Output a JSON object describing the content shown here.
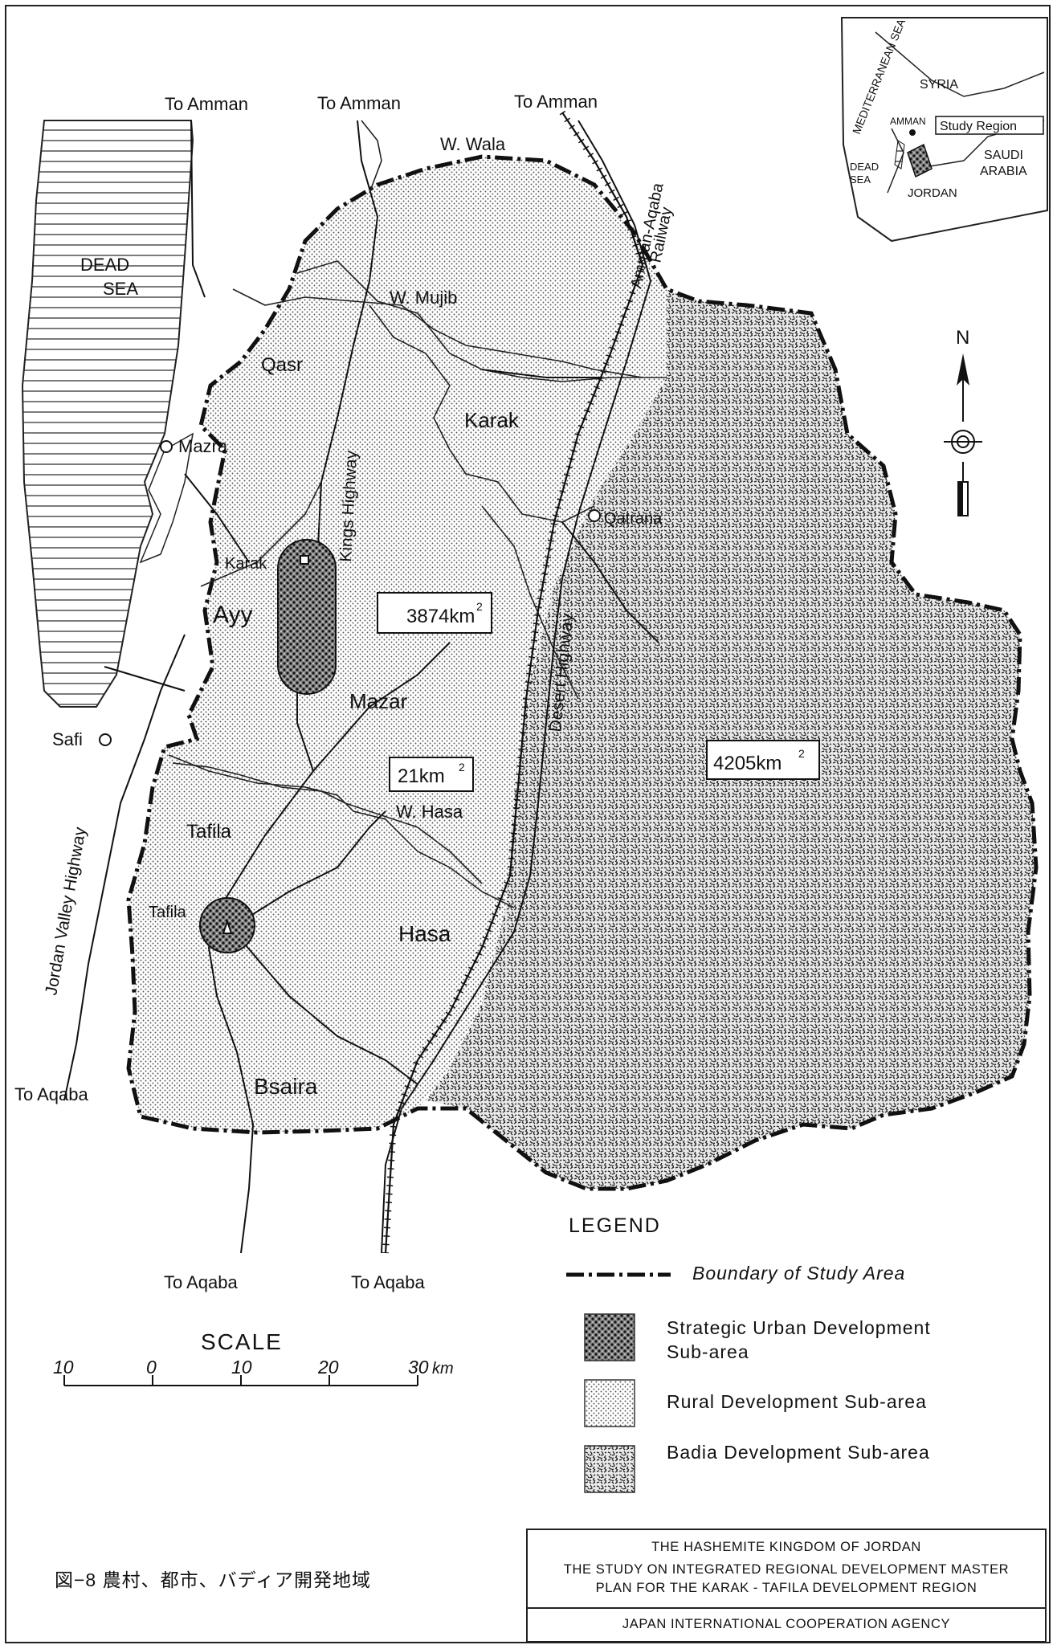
{
  "map": {
    "places": {
      "dead_sea_1": "DEAD",
      "dead_sea_2": "SEA",
      "qasr": "Qasr",
      "mazra": "Mazra",
      "karak_area": "Karak",
      "karak_town": "Karak",
      "ayy": "Ayy",
      "mazar": "Mazar",
      "safi": "Safi",
      "tafila_area": "Tafila",
      "tafila_town": "Tafila",
      "hasa": "Hasa",
      "bsaira": "Bsaira",
      "qatrana": "Qatrana"
    },
    "wadis": {
      "wala": "W. Wala",
      "mujib": "W. Mujib",
      "hasa": "W. Hasa"
    },
    "roads": {
      "to_amman_1": "To Amman",
      "to_amman_2": "To Amman",
      "to_amman_3": "To Amman",
      "to_aqaba_1": "To Aqaba",
      "to_aqaba_2": "To Aqaba",
      "to_aqaba_3": "To Aqaba",
      "kings_highway": "Kings Highway",
      "desert_highway": "Desert Highway",
      "jordan_valley_highway": "Jordan Valley Highway",
      "railway_1": "Amman-Aqaba",
      "railway_2": "Railway"
    },
    "areas": {
      "rural": "3874km",
      "urban": "21km",
      "badia": "4205km",
      "superscript": "2"
    }
  },
  "inset": {
    "mediterranean": "MEDITERRANEAN SEA",
    "syria": "SYRIA",
    "amman": "AMMAN",
    "study_region": "Study Region",
    "saudi_1": "SAUDI",
    "saudi_2": "ARABIA",
    "dead_1": "DEAD",
    "dead_2": "SEA",
    "jordan": "JORDAN"
  },
  "north": "N",
  "scale": {
    "title": "SCALE",
    "ticks": [
      "10",
      "0",
      "10",
      "20",
      "30"
    ],
    "unit": "km"
  },
  "legend": {
    "title": "LEGEND",
    "boundary": "Boundary of Study Area",
    "urban": "Strategic Urban Development",
    "urban_2": "Sub-area",
    "rural": "Rural Development Sub-area",
    "badia": "Badia Development Sub-area"
  },
  "caption": "図−8 農村、都市、バディア開発地域",
  "title_block": {
    "line1": "The Hashemite Kingdom of Jordan",
    "line2": "The Study on Integrated Regional Development Master",
    "line3": "Plan for the Karak - Tafila Development Region",
    "line4": "Japan International Cooperation Agency"
  },
  "colors": {
    "ink": "#111111",
    "sea_lines": "#333333"
  }
}
